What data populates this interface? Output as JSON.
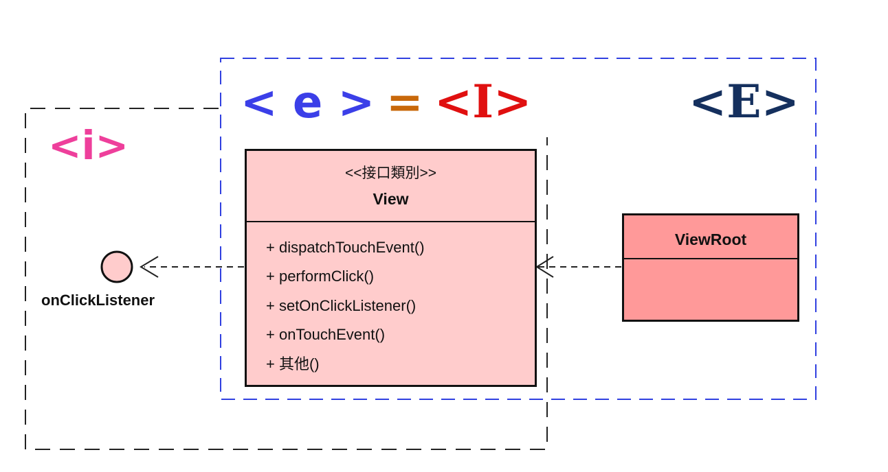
{
  "labels": {
    "internal": "<i>",
    "exposed": "< e >",
    "equals": "=",
    "interface": "<I>",
    "external": "<E>"
  },
  "colors": {
    "internal_label": "#ee3f9b",
    "exposed_label": "#3b3fe8",
    "equals_label": "#c8680a",
    "interface_label": "#e01010",
    "external_label": "#15305e",
    "view_fill": "#ffcccc",
    "viewroot_fill": "#ff9999",
    "outer_boundary": "#222222",
    "blue_boundary": "#3040e0"
  },
  "view_class": {
    "stereotype": "<<接口類別>>",
    "name": "View",
    "operations": [
      "+ dispatchTouchEvent()",
      "+ performClick()",
      "+ setOnClickListener()",
      "+ onTouchEvent()",
      "+ 其他()"
    ]
  },
  "viewroot_class": {
    "name": "ViewRoot"
  },
  "interface_node": {
    "name": "onClickListener"
  }
}
